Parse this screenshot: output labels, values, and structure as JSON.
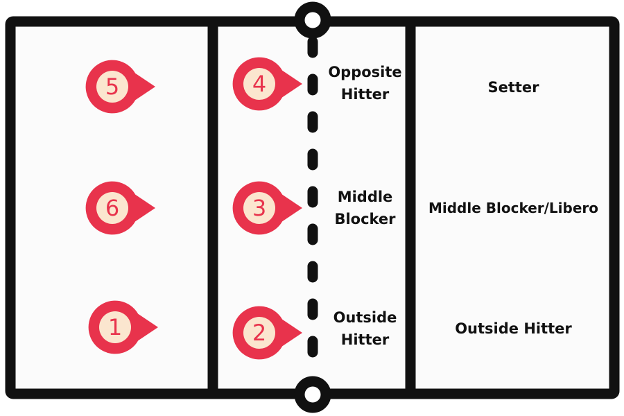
{
  "colors": {
    "court_bg": "#fbfbfb",
    "line": "#111111",
    "marker": "#e8334c",
    "marker_inner": "#fbe6cf",
    "number_text": "#e8334c",
    "text": "#111111"
  },
  "markers": [
    {
      "number": "5"
    },
    {
      "number": "4"
    },
    {
      "number": "6"
    },
    {
      "number": "3"
    },
    {
      "number": "1"
    },
    {
      "number": "2"
    }
  ],
  "net_labels": [
    {
      "line1": "Opposite",
      "line2": "Hitter"
    },
    {
      "line1": "Middle",
      "line2": "Blocker"
    },
    {
      "line1": "Outside",
      "line2": "Hitter"
    }
  ],
  "role_labels": [
    "Setter",
    "Middle Blocker/Libero",
    "Outside Hitter"
  ]
}
